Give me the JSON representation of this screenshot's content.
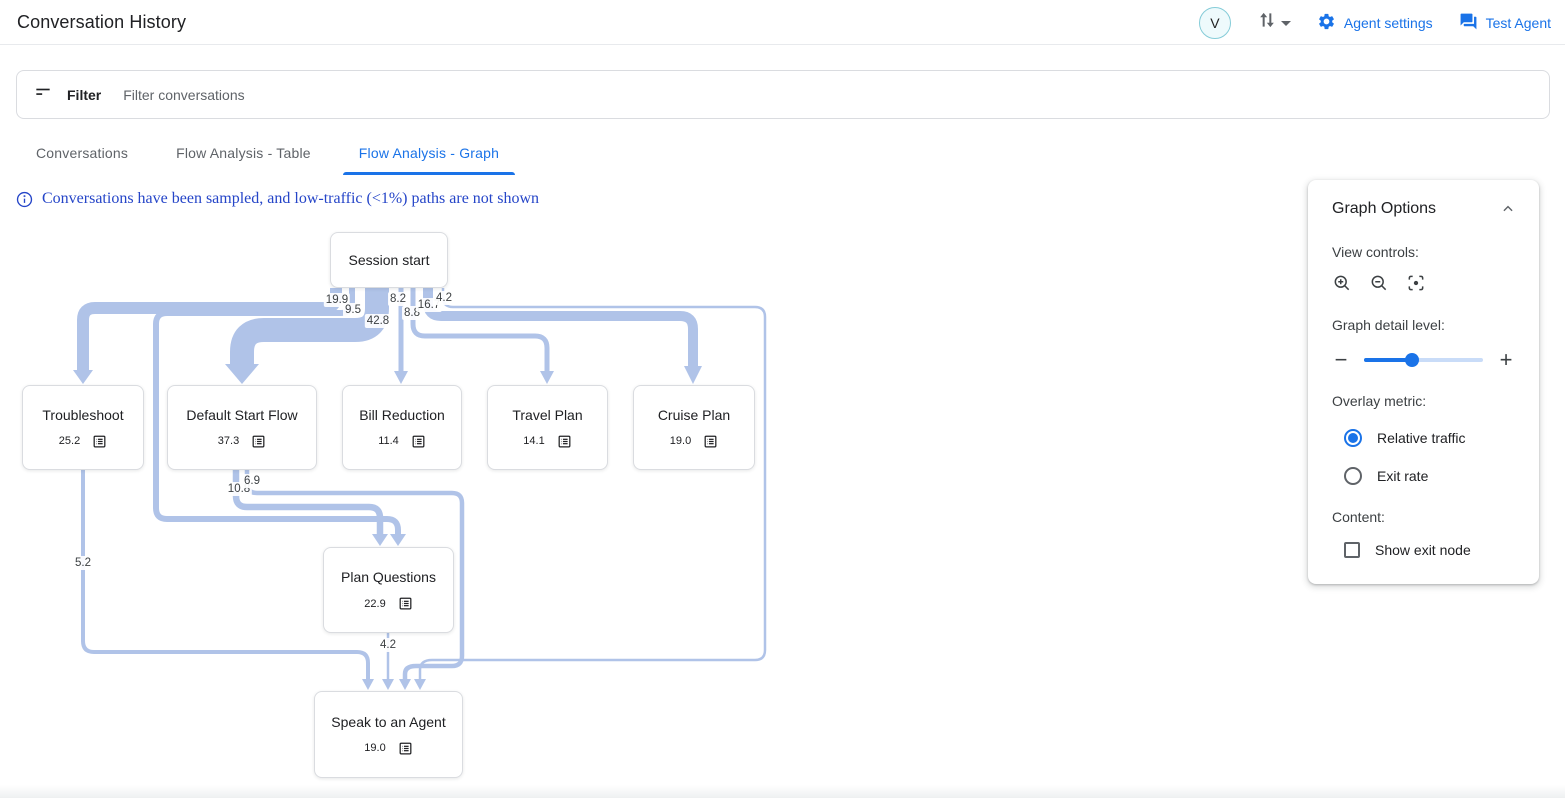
{
  "header": {
    "title": "Conversation History",
    "avatar_initial": "V",
    "agent_settings_label": "Agent settings",
    "test_agent_label": "Test Agent"
  },
  "filter_bar": {
    "filter_label": "Filter",
    "placeholder": "Filter conversations"
  },
  "tabs": [
    {
      "label": "Conversations",
      "active": false
    },
    {
      "label": "Flow Analysis - Table",
      "active": false
    },
    {
      "label": "Flow Analysis - Graph",
      "active": true
    }
  ],
  "notice": {
    "text": "Conversations have been sampled, and low-traffic (<1%) paths are not shown"
  },
  "chart_data": {
    "type": "flow-graph",
    "overlay_metric": "Relative traffic",
    "edge_color": "#b0c3e8",
    "nodes": [
      {
        "id": "session-start",
        "label": "Session start",
        "value": null,
        "value_label": ""
      },
      {
        "id": "troubleshoot",
        "label": "Troubleshoot",
        "value": 25.2,
        "value_label": "25.2"
      },
      {
        "id": "default-start-flow",
        "label": "Default Start Flow",
        "value": 37.3,
        "value_label": "37.3"
      },
      {
        "id": "bill-reduction",
        "label": "Bill Reduction",
        "value": 11.4,
        "value_label": "11.4"
      },
      {
        "id": "travel-plan",
        "label": "Travel Plan",
        "value": 14.1,
        "value_label": "14.1"
      },
      {
        "id": "cruise-plan",
        "label": "Cruise Plan",
        "value": 19.0,
        "value_label": "19.0"
      },
      {
        "id": "plan-questions",
        "label": "Plan Questions",
        "value": 22.9,
        "value_label": "22.9"
      },
      {
        "id": "speak-to-an-agent",
        "label": "Speak to an Agent",
        "value": 19.0,
        "value_label": "19.0"
      }
    ],
    "edges": [
      {
        "from": "Session start",
        "to": "Troubleshoot",
        "value": 19.9,
        "label": "19.9"
      },
      {
        "from": "Session start",
        "to": "Plan Questions",
        "value": 9.5,
        "label": "9.5"
      },
      {
        "from": "Session start",
        "to": "Default Start Flow",
        "value": 42.8,
        "label": "42.8"
      },
      {
        "from": "Session start",
        "to": "Bill Reduction",
        "value": 8.2,
        "label": "8.2"
      },
      {
        "from": "Session start",
        "to": "Travel Plan",
        "value": 8.8,
        "label": "8.8"
      },
      {
        "from": "Session start",
        "to": "Cruise Plan",
        "value": 16.7,
        "label": "16.7"
      },
      {
        "from": "Session start",
        "to": "Speak to an Agent",
        "value": 4.2,
        "label": "4.2"
      },
      {
        "from": "Troubleshoot",
        "to": "Speak to an Agent",
        "value": 5.2,
        "label": "5.2"
      },
      {
        "from": "Default Start Flow",
        "to": "Plan Questions",
        "value": 10.8,
        "label": "10.8"
      },
      {
        "from": "Default Start Flow",
        "to": "Speak to an Agent",
        "value": 6.9,
        "label": "6.9"
      },
      {
        "from": "Plan Questions",
        "to": "Speak to an Agent",
        "value": 4.2,
        "label": "4.2"
      }
    ]
  },
  "graph_options": {
    "title": "Graph Options",
    "view_controls_label": "View controls:",
    "view_controls": [
      "zoom-in",
      "zoom-out",
      "center-focus"
    ],
    "detail_label": "Graph detail level:",
    "detail_level_percent": 40,
    "overlay_label": "Overlay metric:",
    "overlay_options": [
      {
        "label": "Relative traffic",
        "selected": true
      },
      {
        "label": "Exit rate",
        "selected": false
      }
    ],
    "content_label": "Content:",
    "show_exit_node": {
      "label": "Show exit node",
      "checked": false
    }
  },
  "colors": {
    "accent": "#1a73e8",
    "edge": "#b0c3e8",
    "notice_text": "#2545c8"
  }
}
